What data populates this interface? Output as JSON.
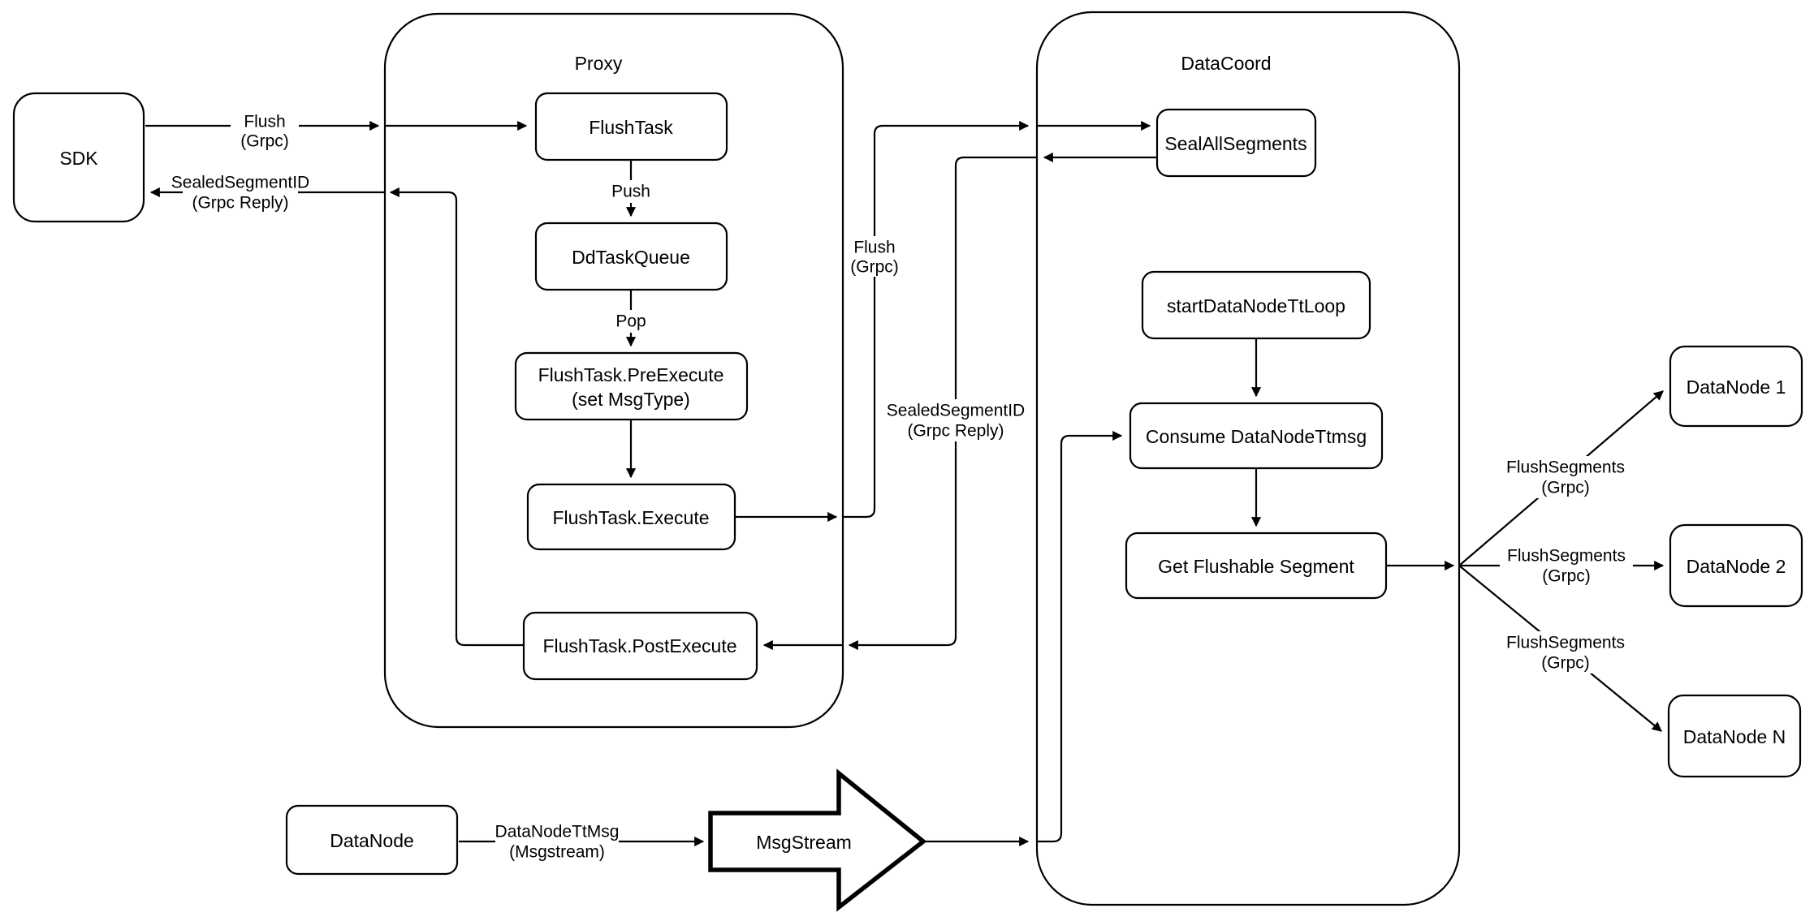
{
  "containers": {
    "proxy": "Proxy",
    "datacoord": "DataCoord"
  },
  "nodes": {
    "sdk": "SDK",
    "flush_task": "FlushTask",
    "dd_task_queue": "DdTaskQueue",
    "pre_execute_1": "FlushTask.PreExecute",
    "pre_execute_2": "(set MsgType)",
    "execute": "FlushTask.Execute",
    "post_execute": "FlushTask.PostExecute",
    "seal_all_segments": "SealAllSegments",
    "start_data_node_tt_loop": "startDataNodeTtLoop",
    "consume_data_node_ttmsg": "Consume DataNodeTtmsg",
    "get_flushable_segment": "Get Flushable Segment",
    "datanode_1": "DataNode 1",
    "datanode_2": "DataNode 2",
    "datanode_n": "DataNode N",
    "datanode": "DataNode",
    "msgstream": "MsgStream"
  },
  "edges": {
    "sdk_flush_1": "Flush",
    "sdk_flush_2": "(Grpc)",
    "sealed_reply_1": "SealedSegmentID",
    "sealed_reply_2": "(Grpc Reply)",
    "push": "Push",
    "pop": "Pop",
    "mid_flush_1": "Flush",
    "mid_flush_2": "(Grpc)",
    "mid_sealed_1": "SealedSegmentID",
    "mid_sealed_2": "(Grpc Reply)",
    "flush_segments_1a": "FlushSegments",
    "flush_segments_1b": "(Grpc)",
    "flush_segments_2a": "FlushSegments",
    "flush_segments_2b": "(Grpc)",
    "flush_segments_3a": "FlushSegments",
    "flush_segments_3b": "(Grpc)",
    "datanode_ttmsg_1": "DataNodeTtMsg",
    "datanode_ttmsg_2": "(Msgstream)"
  },
  "colors": {
    "stroke": "#000000",
    "fill": "#ffffff"
  }
}
